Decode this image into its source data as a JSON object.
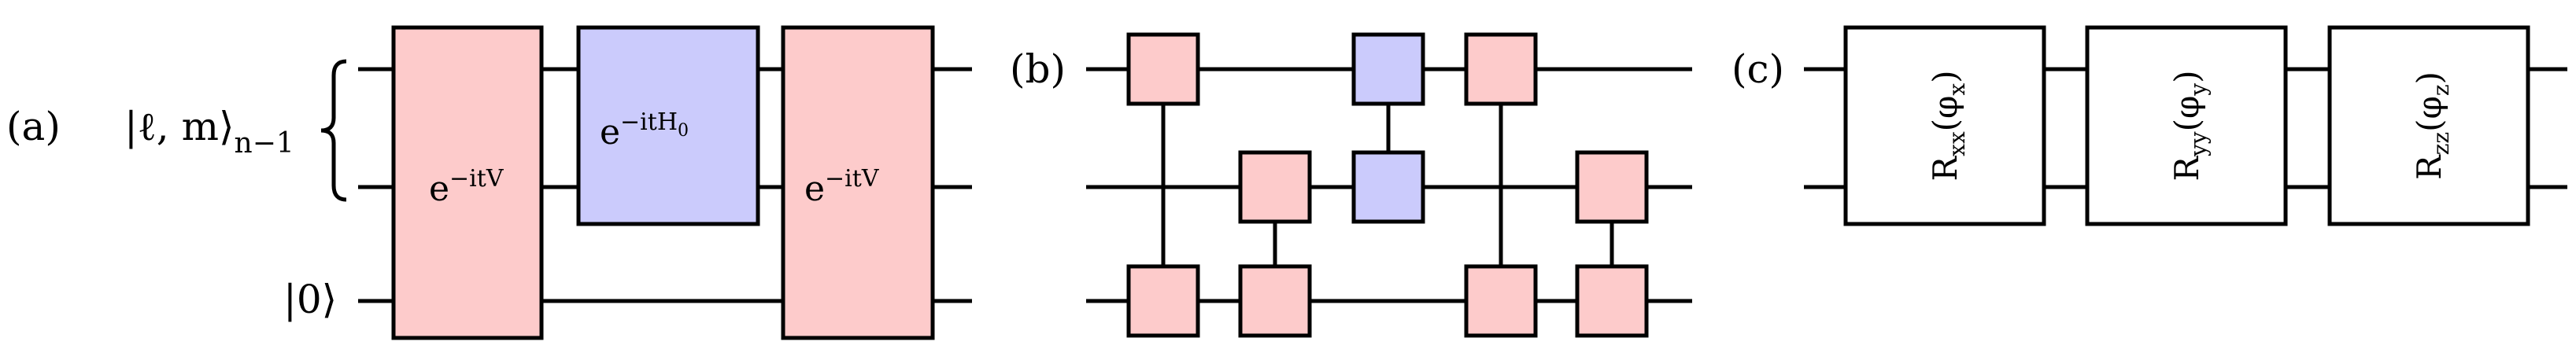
{
  "panels": {
    "a": {
      "label": "(a)",
      "state_top": "|ℓ, m⟩",
      "state_top_sub": "n−1",
      "state_bottom": "|0⟩",
      "gate_left": {
        "base": "e",
        "sup": "−itV"
      },
      "gate_middle": {
        "base": "e",
        "sup": "−itH",
        "sup_sub": "0"
      },
      "gate_right": {
        "base": "e",
        "sup": "−itV"
      }
    },
    "b": {
      "label": "(b)"
    },
    "c": {
      "label": "(c)",
      "gates": [
        {
          "base": "R",
          "sub": "xx",
          "arg": "(φ",
          "arg_sub": "x",
          "arg_close": ")"
        },
        {
          "base": "R",
          "sub": "yy",
          "arg": "(φ",
          "arg_sub": "y",
          "arg_close": ")"
        },
        {
          "base": "R",
          "sub": "zz",
          "arg": "(φ",
          "arg_sub": "z",
          "arg_close": ")"
        }
      ]
    }
  },
  "colors": {
    "pink": "#fdcbcb",
    "blue": "#cbcbfc",
    "white": "#ffffff",
    "stroke": "#000000"
  }
}
